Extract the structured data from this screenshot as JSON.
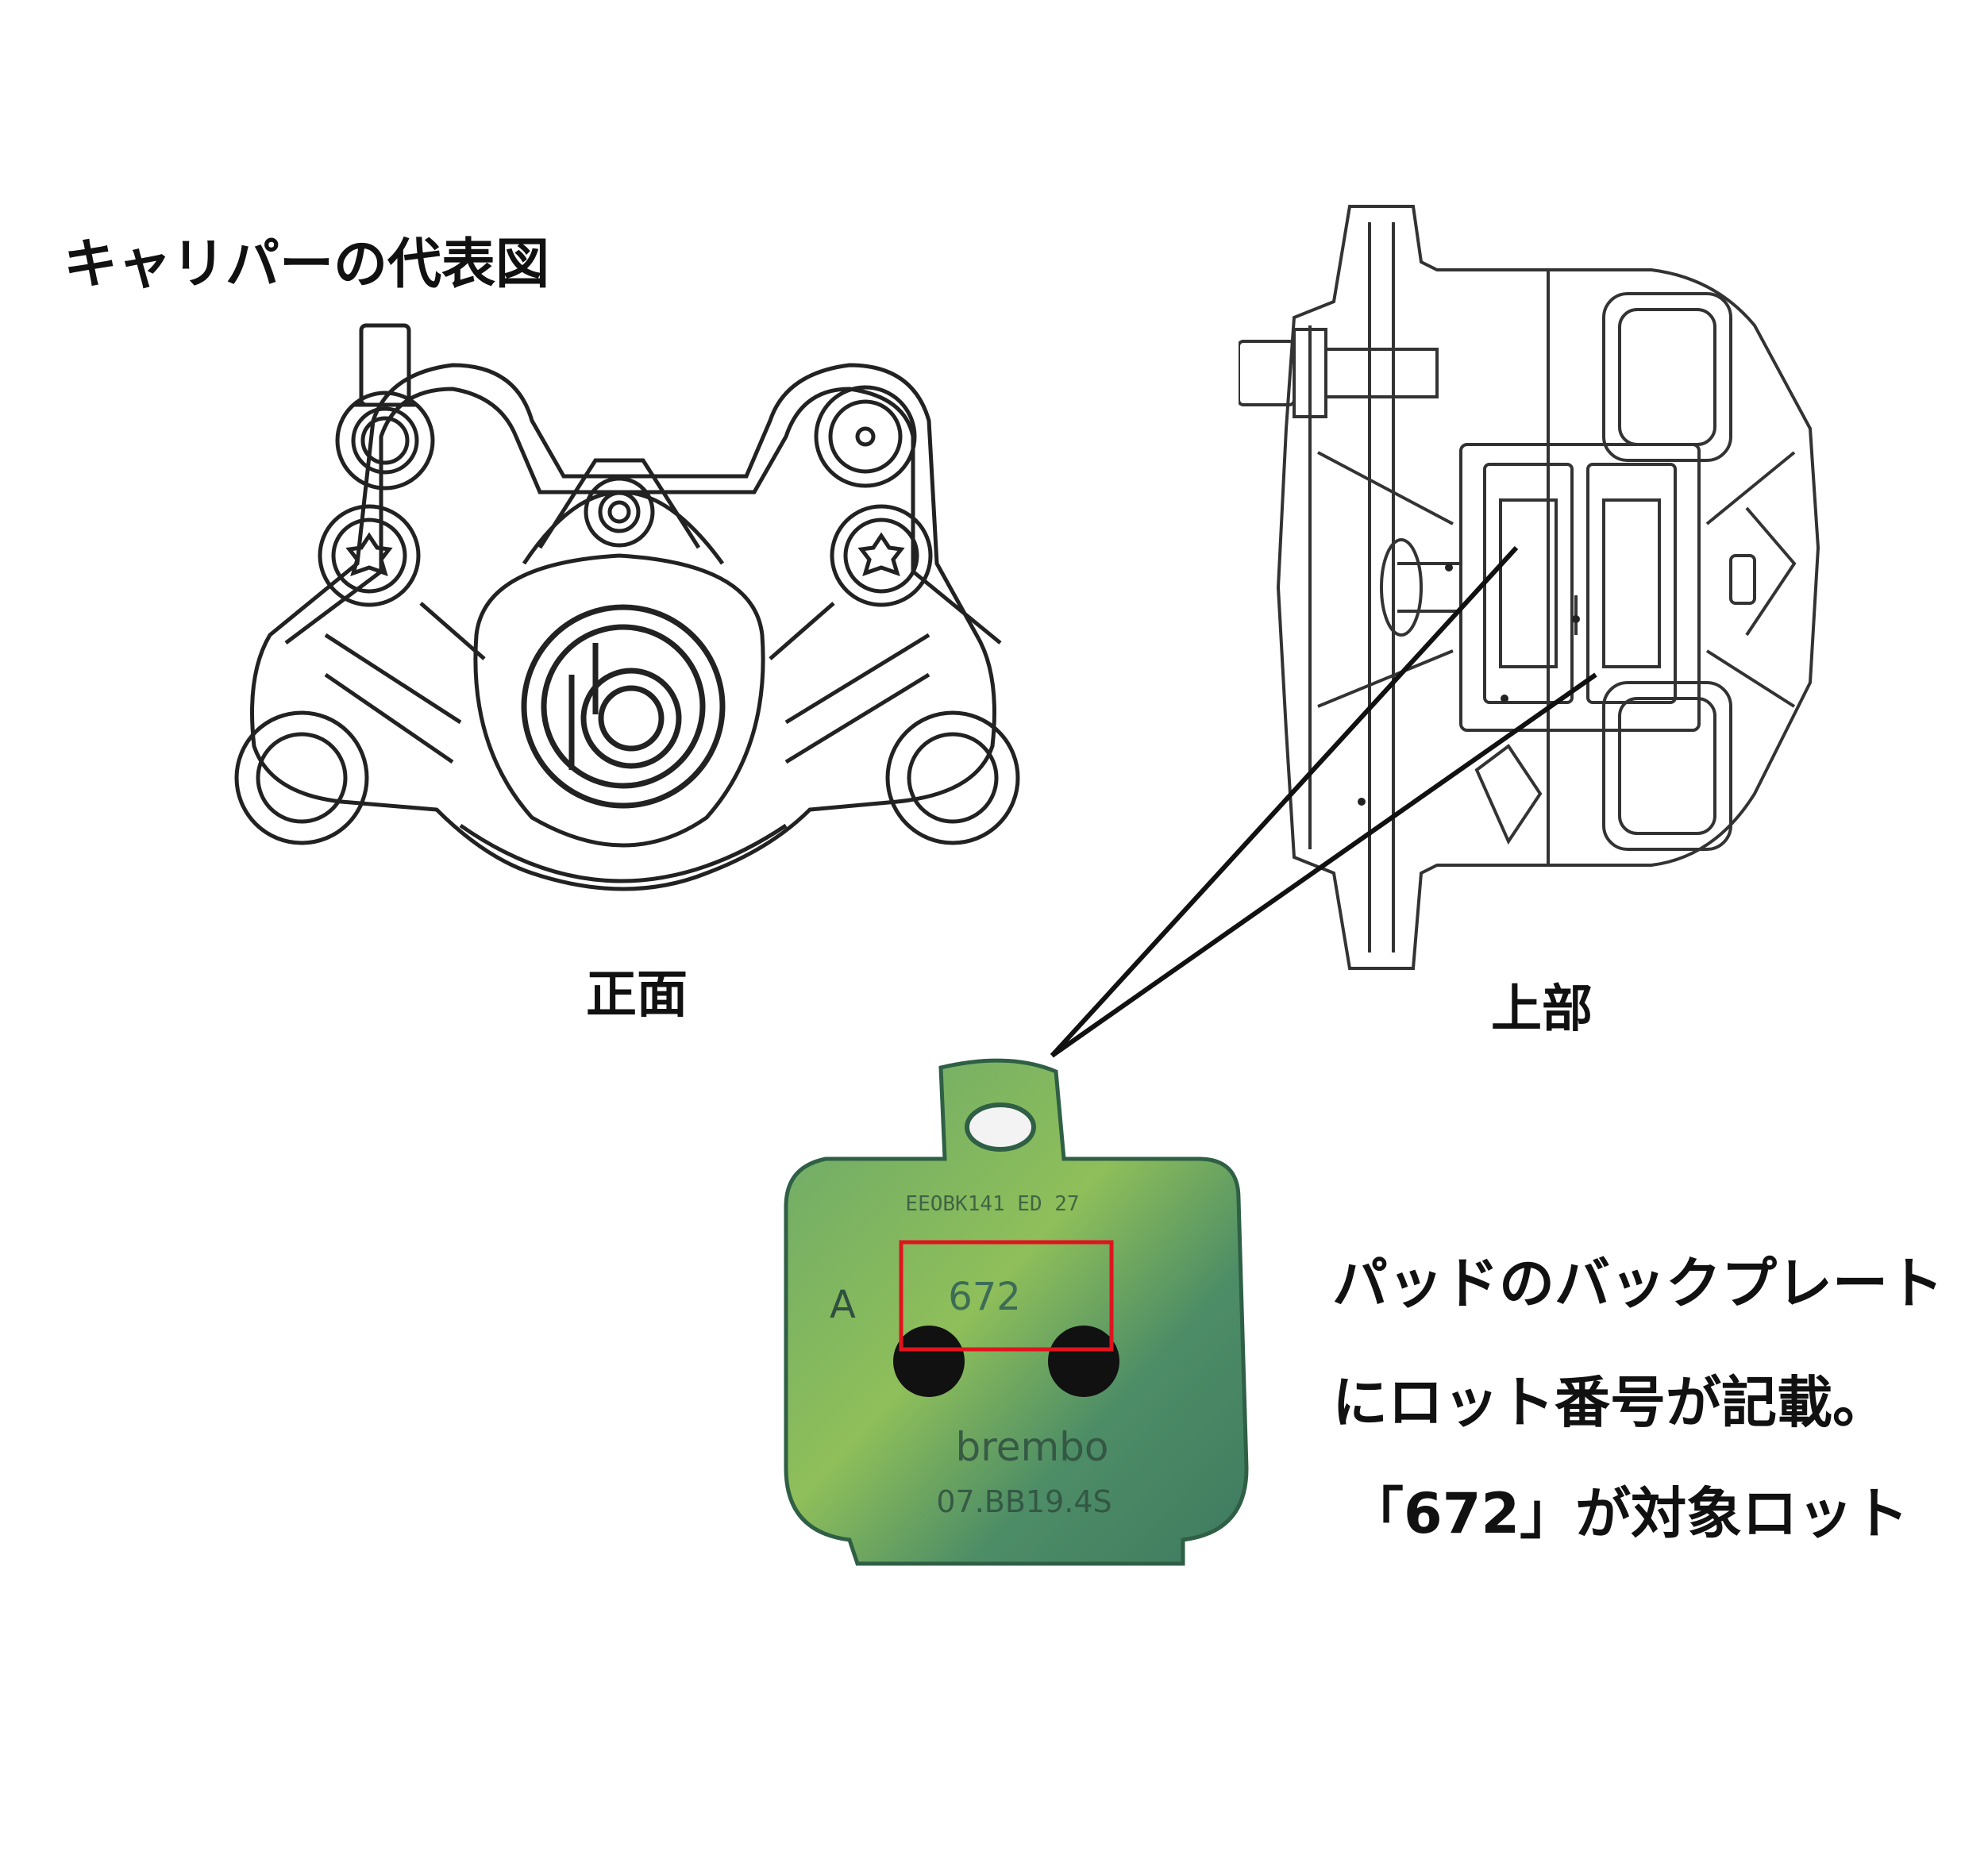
{
  "title": "キャリパーの代表図",
  "views": {
    "front": "正面",
    "top": "上部"
  },
  "pad": {
    "left_mark": "A",
    "top_code": "EEOBK141 ED 27",
    "lot_number": "672",
    "brand": "brembo",
    "part_number": "07.BB19.4S"
  },
  "note": {
    "line1": "パッドのバックプレート",
    "line2": "にロット番号が記載。",
    "line3": "「672」が対象ロット"
  },
  "colors": {
    "highlight_box": "#e0141e",
    "pad_green": "#5f9a55",
    "line": "#111111"
  }
}
